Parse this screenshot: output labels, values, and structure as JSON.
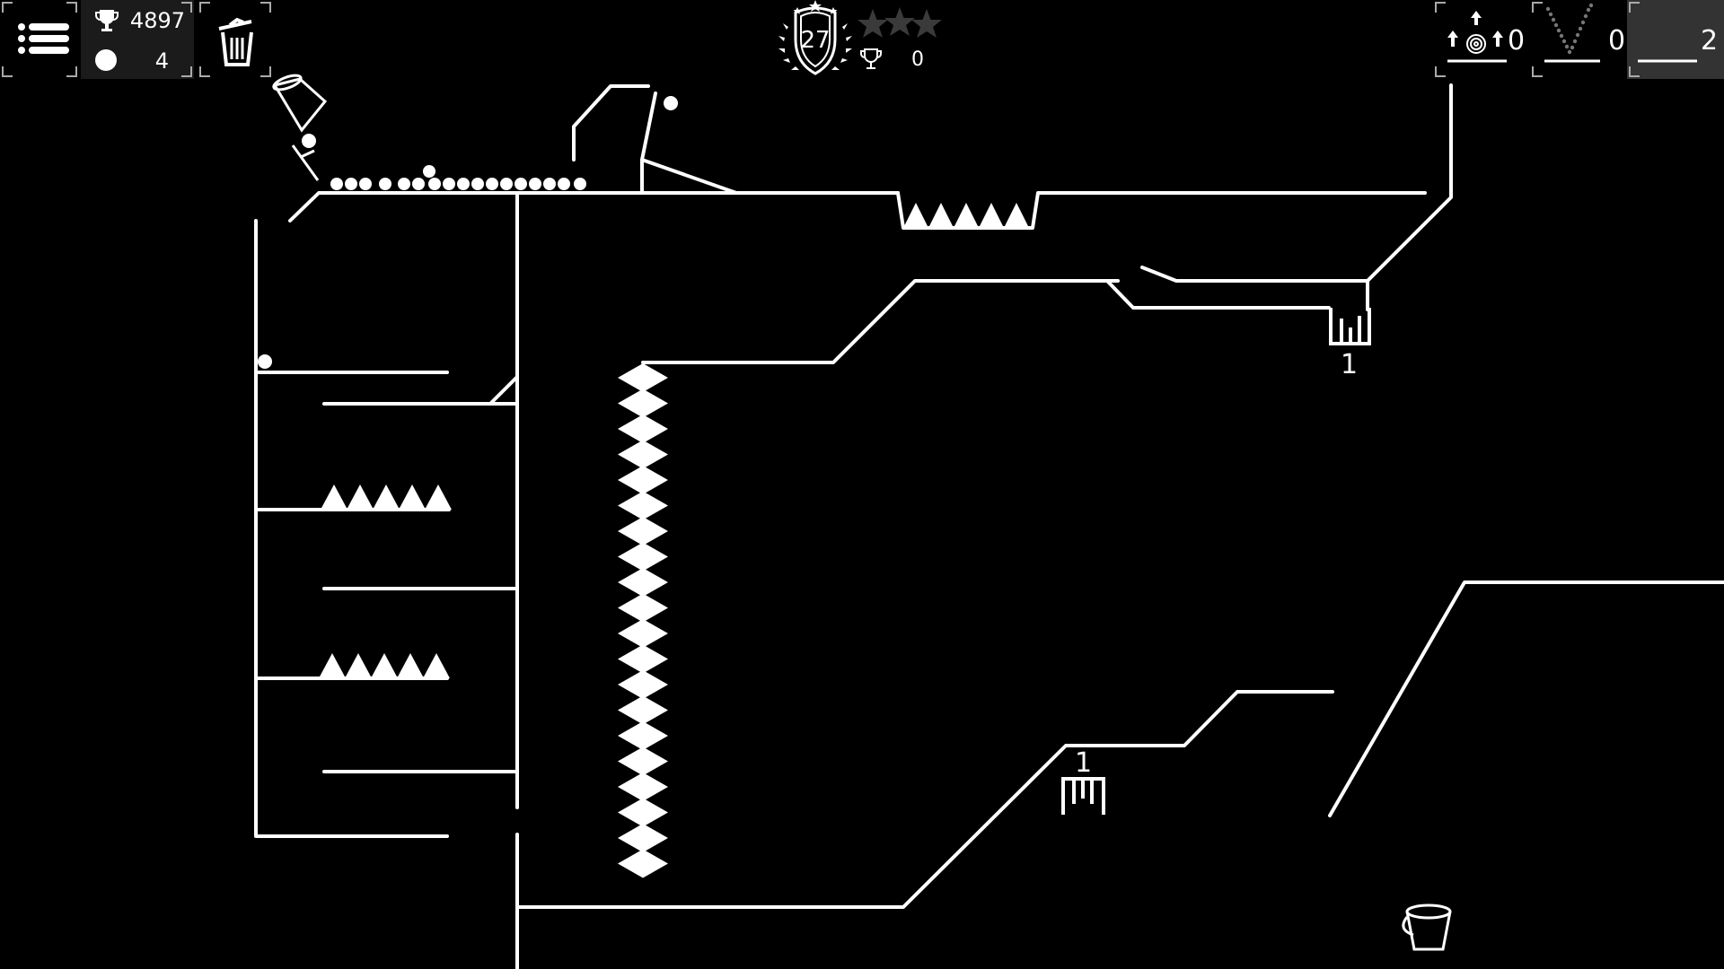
{
  "hud": {
    "menu_icon": "hamburger-menu-icon",
    "trophy_score": "4897",
    "balls_count": "4",
    "trash_icon": "trash-can-icon",
    "level_number": "27",
    "stars_earned": 0,
    "stars_total": 3,
    "level_trophy_score": "0",
    "tools": [
      {
        "icon": "booster-arrows-icon",
        "count": "0"
      },
      {
        "icon": "bead-chain-v-icon",
        "count": "0"
      },
      {
        "icon": "line-draw-icon",
        "count": "2"
      }
    ]
  },
  "level": {
    "cup_upper_counter": "1",
    "cup_lower_counter": "1"
  },
  "colors": {
    "background": "#000000",
    "foreground": "#ffffff",
    "hud_panel": "#1b1b1b",
    "hud_active": "#333333"
  }
}
